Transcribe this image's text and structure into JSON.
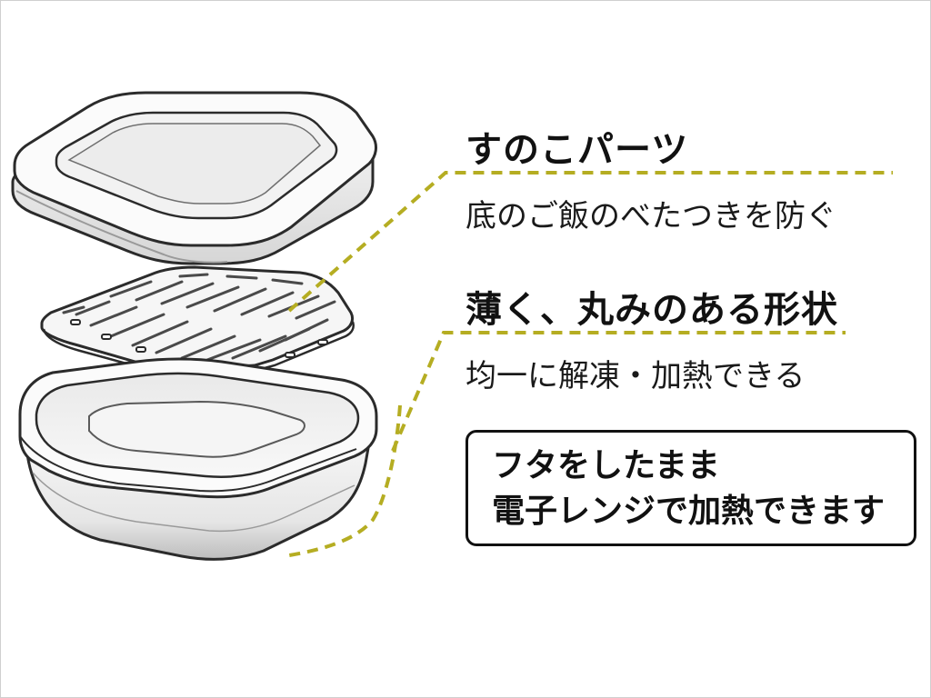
{
  "callouts": [
    {
      "heading": "すのこパーツ",
      "description": "底のご飯のべたつきを防ぐ"
    },
    {
      "heading": "薄く、丸みのある形状",
      "description": "均一に解凍・加熱できる"
    }
  ],
  "notice": {
    "line1": "フタをしたまま",
    "line2": "電子レンジで加熱できます"
  },
  "colors": {
    "leader_line": "#b5ad22",
    "outline": "#2b2b2b",
    "container_fill": "#f4f4f4",
    "container_shadow": "#c9c9c9"
  }
}
